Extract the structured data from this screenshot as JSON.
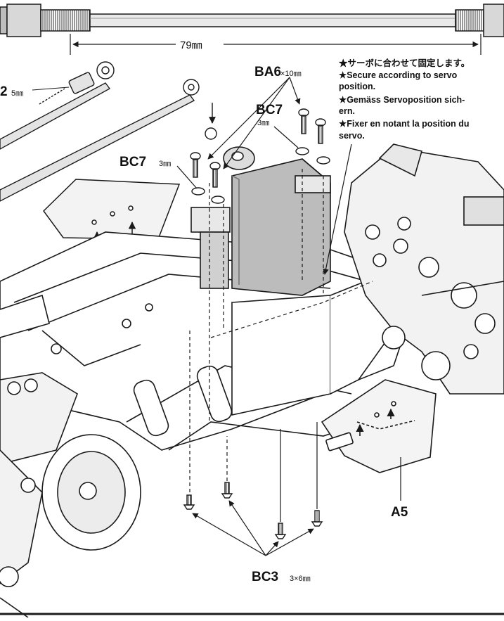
{
  "dimension": {
    "length_label": "79㎜"
  },
  "parts": [
    {
      "id": "ba6",
      "code": "BA6",
      "size": "×10㎜"
    },
    {
      "id": "bc7-right",
      "code": "BC7",
      "size": "3㎜"
    },
    {
      "id": "bc7-left",
      "code": "BC7",
      "size": "3㎜"
    },
    {
      "id": "bc3",
      "code": "BC3",
      "size": "3×6㎜"
    },
    {
      "id": "a5",
      "code": "A5",
      "size": ""
    }
  ],
  "rod_label": {
    "code": "2",
    "size": "5㎜"
  },
  "notes": [
    "★サーボに合わせて固定します。",
    "★Secure according to servo",
    "position.",
    "★Gemäss Servoposition sich-",
    "ern.",
    "★Fixer en notant la position du",
    "servo."
  ],
  "colors": {
    "line": "#1a1a1a",
    "servo": "#b9b9b9",
    "rod": "#cfcfcf",
    "paper": "#ffffff"
  }
}
